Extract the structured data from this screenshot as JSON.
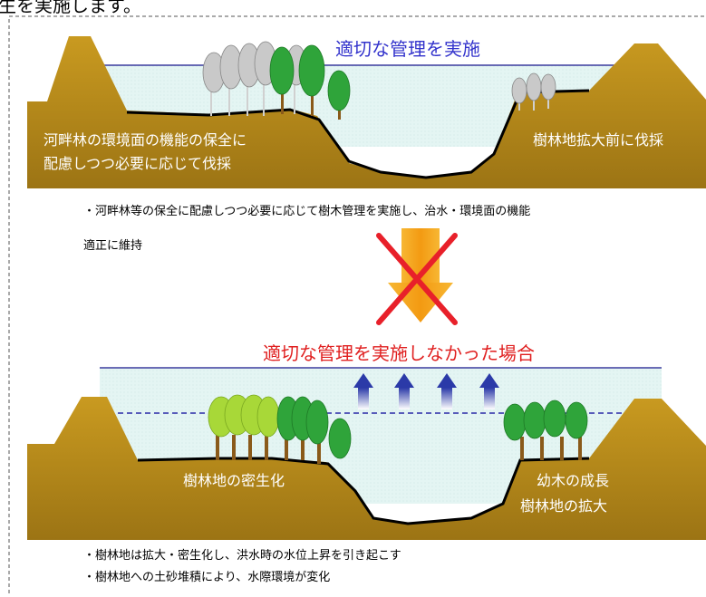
{
  "heading_fragment": "生を実施します。",
  "top_panel": {
    "caption": "適切な管理を実施",
    "label_left_line1": "河畔林の環境面の機能の保全に",
    "label_left_line2": "配慮しつつ必要に応じて伐採",
    "label_right": "樹林地拡大前に伐採",
    "note_line1": "・河畔林等の保全に配慮しつつ必要に応じて樹木管理を実施し、治水・環境面の機能",
    "note_line2": "適正に維持"
  },
  "bottom_panel": {
    "caption": "適切な管理を実施しなかった場合",
    "label_left": "樹林地の密生化",
    "label_right_line1": "幼木の成長",
    "label_right_line2": "樹林地の拡大",
    "note_line1": "・樹林地は拡大・密生化し、洪水時の水位上昇を引き起こす",
    "note_line2": "・樹林地への土砂堆積により、水際環境が変化"
  },
  "colors": {
    "water": "#e6f6f4",
    "earth": "#b88a1a",
    "waterline": "#3b3b9e",
    "arrow": "#f5a623",
    "cross": "#e8202a",
    "tree_green": "#2fa43a",
    "tree_grey": "#c9c9c9",
    "tree_light": "#a8d838"
  }
}
